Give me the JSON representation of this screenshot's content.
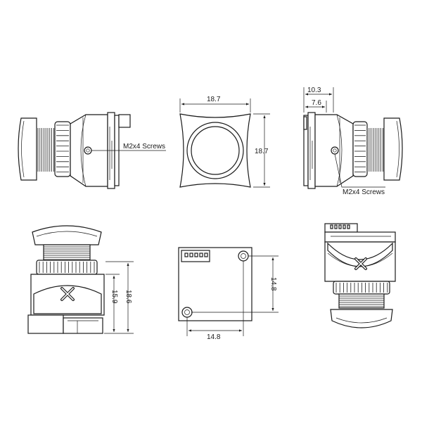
{
  "dimensions": {
    "front_width": "18.7",
    "front_height": "18.7",
    "side_depth_total": "10.3",
    "side_depth_body": "7.6",
    "lens_height_small": "15.9",
    "lens_height_total": "18.6",
    "board_width": "14.8",
    "board_height": "14.8"
  },
  "labels": {
    "screws_left": "M2x4 Screws",
    "screws_right": "M2x4 Screws"
  },
  "colors": {
    "line": "#1a1a1a",
    "background": "#ffffff"
  }
}
